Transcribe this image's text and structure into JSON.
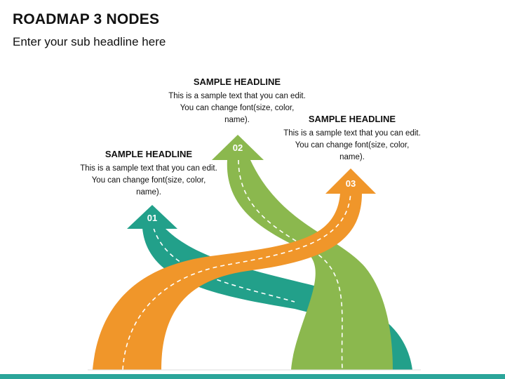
{
  "title": "ROADMAP 3 NODES",
  "subtitle": "Enter your sub headline here",
  "nodes": [
    {
      "number": "01",
      "headline": "SAMPLE HEADLINE",
      "text": "This is a sample text that you can edit. You can change font(size, color, name).",
      "color": "#22a08a"
    },
    {
      "number": "02",
      "headline": "SAMPLE HEADLINE",
      "text": "This is a sample text that you can edit. You can change font(size, color, name).",
      "color": "#8bb84e"
    },
    {
      "number": "03",
      "headline": "SAMPLE HEADLINE",
      "text": "This is a sample text that you can edit. You can change font(size, color, name).",
      "color": "#f0962a"
    }
  ],
  "bottom_bar_color": "#2ba59a"
}
